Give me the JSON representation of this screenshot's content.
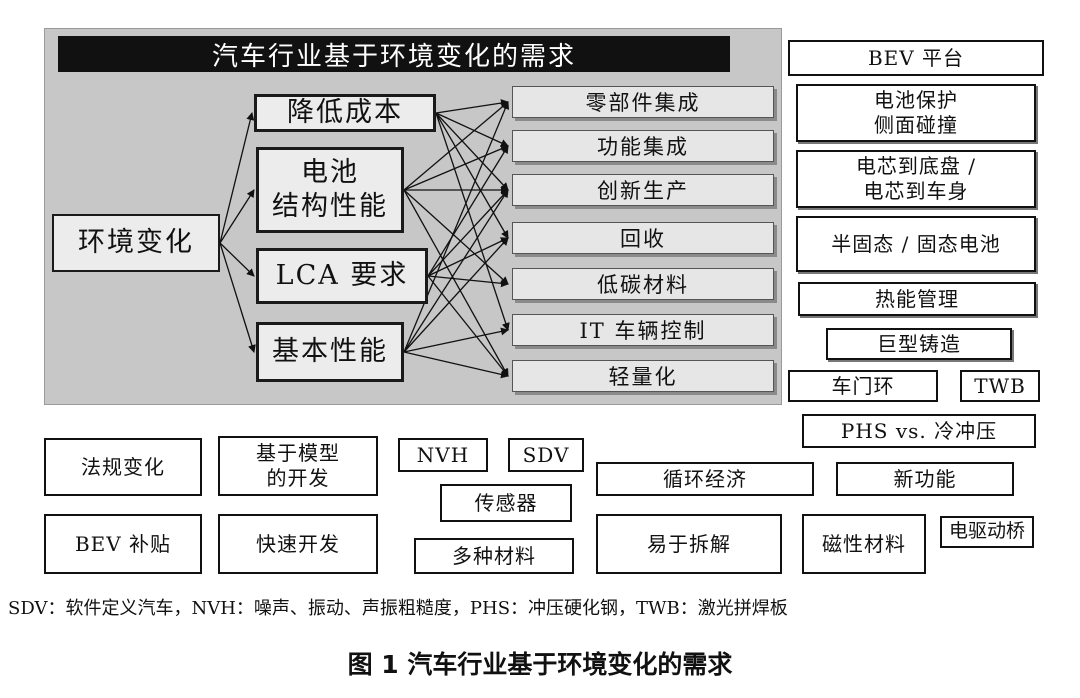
{
  "panel_title": "汽车行业基于环境变化的需求",
  "root": "环境变化",
  "drivers": [
    {
      "lines": [
        "降低成本"
      ]
    },
    {
      "lines": [
        "电池",
        "结构性能"
      ]
    },
    {
      "lines": [
        "LCA 要求"
      ]
    },
    {
      "lines": [
        "基本性能"
      ]
    }
  ],
  "needs": [
    "零部件集成",
    "功能集成",
    "创新生产",
    "回收",
    "低碳材料",
    "IT 车辆控制",
    "轻量化"
  ],
  "right_boxes": [
    {
      "lines": [
        "BEV 平台"
      ]
    },
    {
      "lines": [
        "电池保护",
        "侧面碰撞"
      ]
    },
    {
      "lines": [
        "电芯到底盘 /",
        "电芯到车身"
      ]
    },
    {
      "lines": [
        "半固态 / 固态电池"
      ]
    },
    {
      "lines": [
        "热能管理"
      ]
    },
    {
      "lines": [
        "巨型铸造"
      ]
    },
    {
      "lines": [
        "车门环"
      ]
    },
    {
      "lines": [
        "TWB"
      ]
    },
    {
      "lines": [
        "PHS vs. 冷冲压"
      ]
    }
  ],
  "bottom_boxes": [
    {
      "lines": [
        "法规变化"
      ]
    },
    {
      "lines": [
        "基于模型",
        "的开发"
      ]
    },
    {
      "lines": [
        "NVH"
      ]
    },
    {
      "lines": [
        "SDV"
      ]
    },
    {
      "lines": [
        "传感器"
      ]
    },
    {
      "lines": [
        "循环经济"
      ]
    },
    {
      "lines": [
        "新功能"
      ]
    },
    {
      "lines": [
        "BEV 补贴"
      ]
    },
    {
      "lines": [
        "快速开发"
      ]
    },
    {
      "lines": [
        "多种材料"
      ]
    },
    {
      "lines": [
        "易于拆解"
      ]
    },
    {
      "lines": [
        "磁性材料"
      ]
    },
    {
      "lines": [
        "电驱动桥"
      ]
    }
  ],
  "footnote": "SDV：软件定义汽车，NVH：噪声、振动、声振粗糙度，PHS：冲压硬化钢，TWB：激光拼焊板",
  "caption": "图 1  汽车行业基于环境变化的需求"
}
